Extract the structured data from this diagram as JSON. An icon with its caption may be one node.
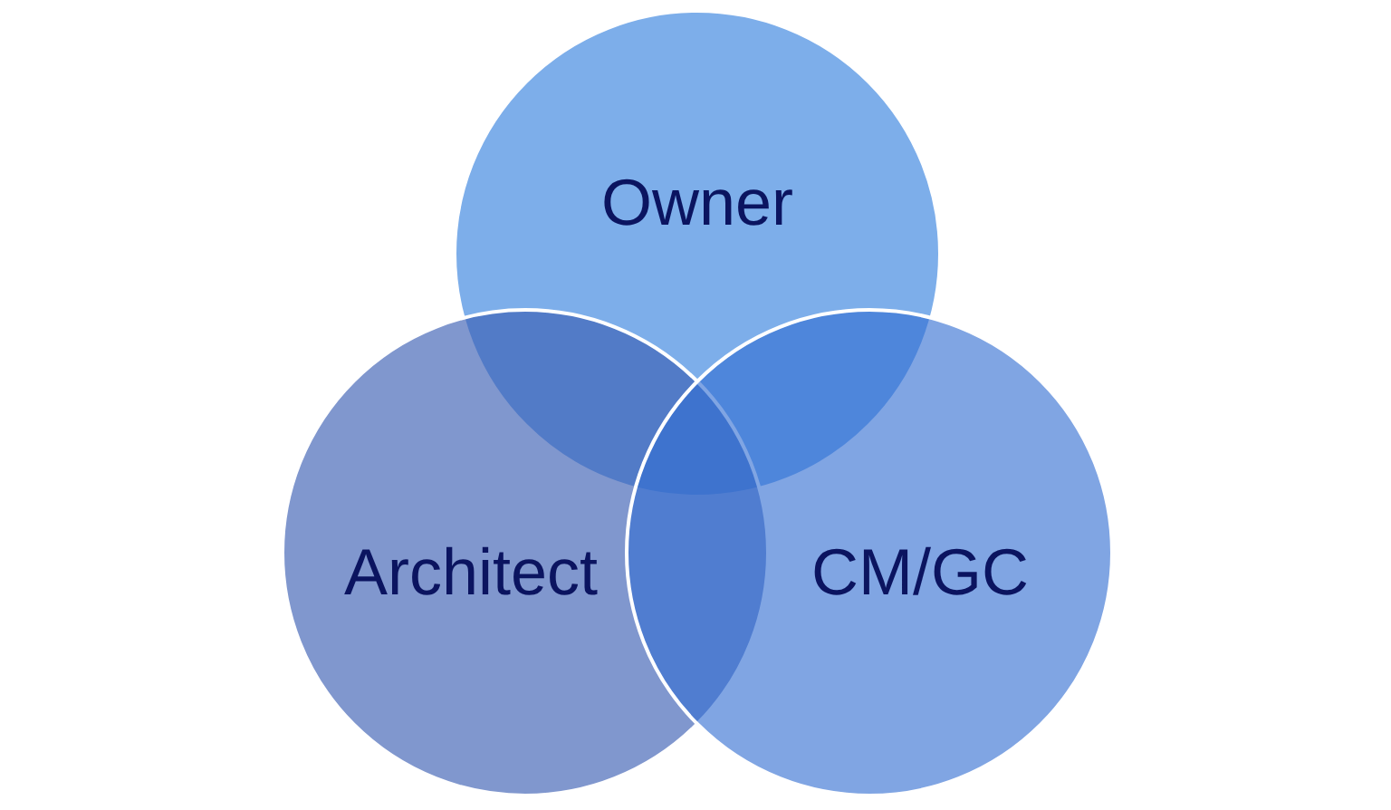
{
  "diagram": {
    "nodes": [
      {
        "text": [
          "Owner"
        ]
      },
      {
        "text": [
          "Architect"
        ]
      },
      {
        "text": [
          "CM/GC"
        ]
      }
    ],
    "edges": []
  }
}
